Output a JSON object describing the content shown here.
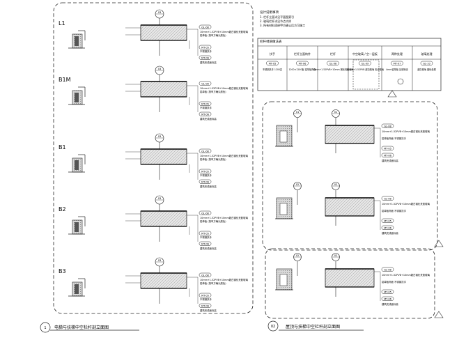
{
  "sheet": {
    "left_caption": "电梯与扶梯中空栏杆剖立面图",
    "left_caption_num": "1",
    "right_caption": "屋顶与扶梯中空栏杆剖立面图",
    "right_caption_num": "02"
  },
  "levels": [
    "L1",
    "B1M",
    "B1",
    "B2",
    "B3"
  ],
  "level_markers": [
    {
      "num": "03",
      "sheet": "-"
    },
    {
      "num": "03",
      "sheet": "-"
    },
    {
      "num": "03",
      "sheet": "-"
    },
    {
      "num": "03",
      "sheet": "-"
    },
    {
      "num": "03",
      "sheet": "-"
    }
  ],
  "level_tags": [
    [
      "GL-08",
      "MT-05",
      "MT-06"
    ],
    [
      "GL-08",
      "MT-05",
      "MT-06"
    ],
    [
      "GL-08",
      "MT-05",
      "MT-06"
    ],
    [
      "GL-08",
      "MT-05",
      "MT-06"
    ],
    [
      "GL-08",
      "MT-05",
      "MT-06"
    ]
  ],
  "level_notes": [
    [
      "10mm+1.52PVB+10mm超白钢化夹胶玻璃",
      "铝单板 (按甲方确认颜色)",
      "不锈钢扶手",
      "建筑完成面标高"
    ],
    [
      "10mm+1.52PVB+10mm超白钢化夹胶玻璃",
      "铝单板 (按甲方确认颜色)",
      "不锈钢扶手",
      "建筑完成面标高"
    ],
    [
      "10mm+1.52PVB+10mm超白钢化夹胶玻璃",
      "铝单板 (按甲方确认颜色)",
      "不锈钢扶手",
      "建筑完成面标高"
    ],
    [
      "10mm+1.52PVB+10mm超白钢化夹胶玻璃",
      "铝单板 (按甲方确认颜色)",
      "不锈钢扶手",
      "建筑完成面标高"
    ],
    [
      "10mm+1.52PVB+10mm超白钢化夹胶玻璃",
      "铝单板 (按甲方确认颜色)",
      "不锈钢扶手",
      "建筑完成面标高"
    ]
  ],
  "table": {
    "title_lines": [
      "设计说明事项",
      "1. 栏杆立面详见平面图索引",
      "2. 玻璃栏杆详见节点大样",
      "3. 所有材料须经甲方确认后方可施工"
    ],
    "section_label": "栏杆材质做法表",
    "headers": [
      "扶手",
      "栏杆立面构件",
      "栏杆",
      "中空玻璃 / 空—层板",
      "两种处理",
      "玻璃处理"
    ],
    "tags": [
      "MT-05",
      "MT-06",
      "GL-08",
      "GL-09",
      "MT-07",
      "GL-10"
    ],
    "cells": [
      "不锈钢扶手 1200高",
      "1200×1200板 铝单板饰面",
      "10mm+1.52PVB+10mm 钢化夹胶玻璃",
      "10mm+1.52PVB 超白玻璃 安全玻璃",
      "4mm铝单板 氟碳喷涂",
      "超白玻璃 磨砂处理"
    ]
  },
  "right_details": [
    {
      "num": "01",
      "tags": [
        "GL-08",
        "MT-05",
        "MT-06"
      ],
      "notes": [
        "10mm+1.52PVB+10mm超白钢化夹胶玻璃",
        "铝单板饰面 不锈钢扶手",
        "建筑完成面标高"
      ]
    },
    {
      "num": "02",
      "tags": [
        "GL-08",
        "MT-05",
        "MT-06"
      ],
      "notes": [
        "10mm+1.52PVB+10mm超白钢化夹胶玻璃",
        "铝单板饰面 不锈钢扶手",
        "建筑完成面标高"
      ]
    },
    {
      "num": "02",
      "tags": [
        "GL-08",
        "MT-05",
        "MT-06"
      ],
      "notes": [
        "10mm+1.52PVB+10mm超白钢化夹胶玻璃",
        "铝单板饰面 不锈钢扶手",
        "建筑完成面标高"
      ]
    }
  ]
}
